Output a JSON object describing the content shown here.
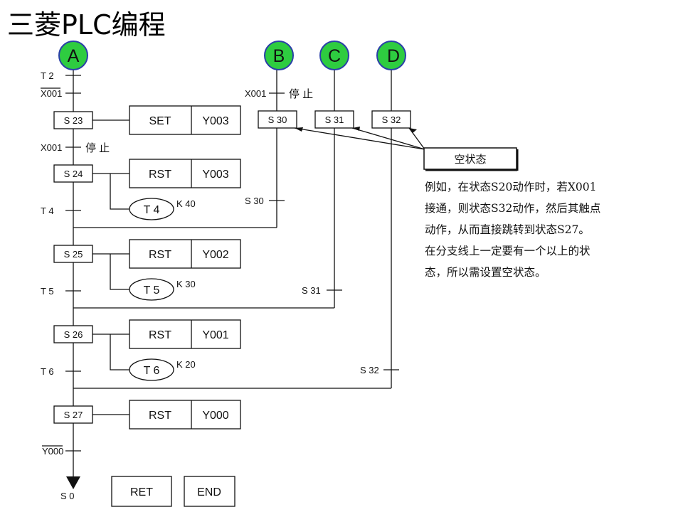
{
  "title": "三菱PLC编程",
  "branches": [
    {
      "label": "A"
    },
    {
      "label": "B"
    },
    {
      "label": "C"
    },
    {
      "label": "D"
    }
  ],
  "colors": {
    "branch_circle_fill": "#2ecc40",
    "branch_circle_stroke": "#2b3fa8",
    "line": "#111111"
  },
  "conditions": {
    "t2": "T  2",
    "x001_bar_top": "X001",
    "x001_stop_left": "X001",
    "stop_left": "停 止",
    "x001_stop_b": "X001",
    "stop_b": "停 止",
    "t4": "T  4",
    "t5": "T  5",
    "t6": "T  6",
    "y000_bar": "Y000",
    "s30_transfer": "S 30",
    "s31_transfer": "S 31",
    "s32_transfer": "S 32",
    "s0": "S  0"
  },
  "states": {
    "s23": "S 23",
    "s24": "S 24",
    "s25": "S 25",
    "s26": "S 26",
    "s27": "S 27",
    "s30": "S 30",
    "s31": "S 31",
    "s32": "S 32"
  },
  "instructions": [
    {
      "op": "SET",
      "dev": "Y003"
    },
    {
      "op": "RST",
      "dev": "Y003"
    },
    {
      "op": "RST",
      "dev": "Y002"
    },
    {
      "op": "RST",
      "dev": "Y001"
    },
    {
      "op": "RST",
      "dev": "Y000"
    }
  ],
  "timers": [
    {
      "name": "T   4",
      "k": "K 40"
    },
    {
      "name": "T   5",
      "k": "K 30"
    },
    {
      "name": "T   6",
      "k": "K 20"
    }
  ],
  "end_boxes": {
    "ret": "RET",
    "end": "END"
  },
  "empty_state_label": "空状态",
  "note_lines": [
    "例如，在状态S20动作时，若X001",
    "接通，则状态S32动作，然后其触点",
    "动作，从而直接跳转到状态S27。",
    "在分支线上一定要有一个以上的状",
    "态，所以需设置空状态。"
  ]
}
